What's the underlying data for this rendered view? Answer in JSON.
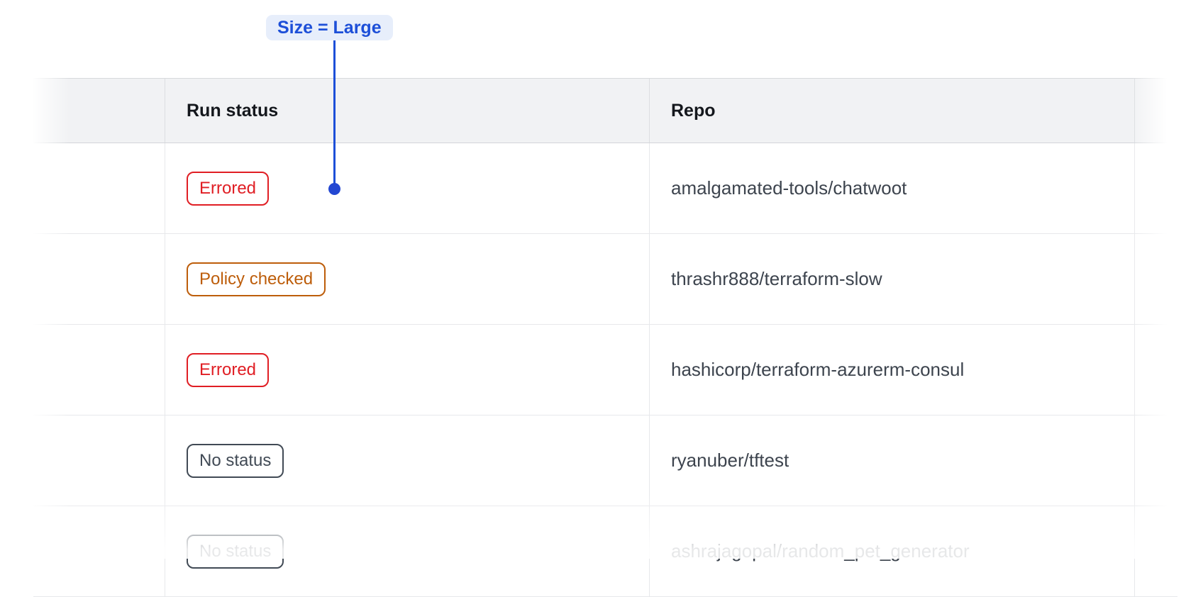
{
  "annotation": {
    "label": "Size = Large",
    "text_color": "#1d4fd8",
    "pill_bg": "#e7eefb",
    "line_color": "#1d4fd8",
    "dot_color": "#2347d2"
  },
  "table": {
    "columns": [
      {
        "id": "spacer",
        "label": ""
      },
      {
        "id": "run_status",
        "label": "Run status"
      },
      {
        "id": "repo",
        "label": "Repo"
      },
      {
        "id": "stub",
        "label": ""
      }
    ],
    "rows": [
      {
        "status": "Errored",
        "status_type": "errored",
        "repo": "amalgamated-tools/chatwoot"
      },
      {
        "status": "Policy checked",
        "status_type": "policy_checked",
        "repo": "thrashr888/terraform-slow"
      },
      {
        "status": "Errored",
        "status_type": "errored",
        "repo": "hashicorp/terraform-azurerm-consul"
      },
      {
        "status": "No status",
        "status_type": "no_status",
        "repo": "ryanuber/tftest"
      },
      {
        "status": "No status",
        "status_type": "no_status",
        "repo": "ashrajagopal/random_pet_generator"
      }
    ]
  },
  "status_colors": {
    "errored": "#e01e24",
    "policy_checked": "#bd5d0a",
    "no_status": "#414a55"
  },
  "ui_colors": {
    "header_bg": "#f1f2f4",
    "header_text": "#14171c",
    "repo_text": "#3d444e",
    "header_border": "#d3d5d9",
    "row_border": "#e7e8eb"
  }
}
